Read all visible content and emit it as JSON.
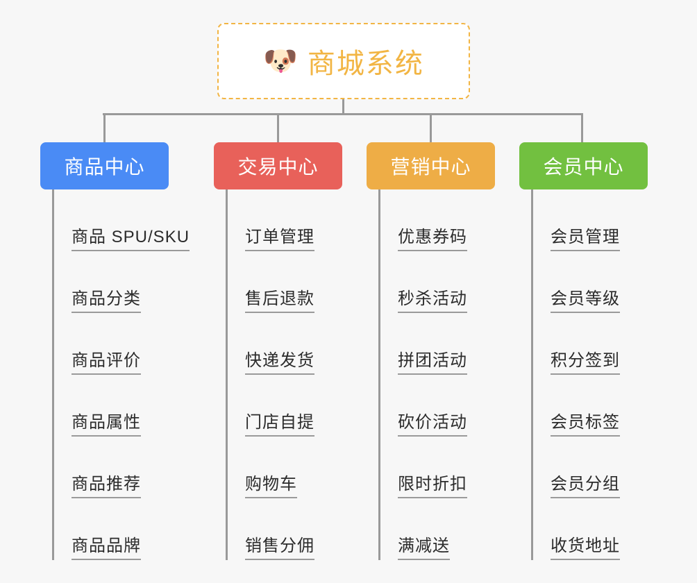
{
  "canvas": {
    "background_color": "#f7f7f7",
    "connector_color": "#999999"
  },
  "root": {
    "icon": "dog-face-emoji",
    "icon_glyph": "🐶",
    "title": "商城系统",
    "text_color": "#f2b544",
    "border_color": "#f2b544",
    "background_color": "#ffffff"
  },
  "columns": [
    {
      "header": "商品中心",
      "color": "#4a8bf5",
      "items": [
        "商品 SPU/SKU",
        "商品分类",
        "商品评价",
        "商品属性",
        "商品推荐",
        "商品品牌"
      ]
    },
    {
      "header": "交易中心",
      "color": "#e8615a",
      "items": [
        "订单管理",
        "售后退款",
        "快递发货",
        "门店自提",
        "购物车",
        "销售分佣"
      ]
    },
    {
      "header": "营销中心",
      "color": "#eead46",
      "items": [
        "优惠券码",
        "秒杀活动",
        "拼团活动",
        "砍价活动",
        "限时折扣",
        "满减送"
      ]
    },
    {
      "header": "会员中心",
      "color": "#72c040",
      "items": [
        "会员管理",
        "会员等级",
        "积分签到",
        "会员标签",
        "会员分组",
        "收货地址"
      ]
    }
  ]
}
